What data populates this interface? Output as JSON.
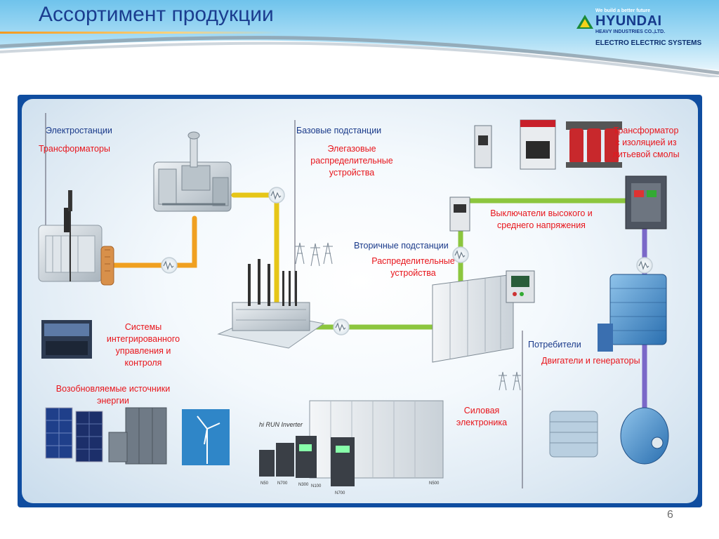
{
  "header": {
    "title": "Ассортимент продукции",
    "logo_tagline": "We build a better future",
    "logo_brand": "HYUNDAI",
    "logo_company": "HEAVY INDUSTRIES CO.,LTD.",
    "logo_division": "ELECTRO ELECTRIC SYSTEMS"
  },
  "diagram": {
    "power_plants": "Электростанции",
    "transformers": "Трансформаторы",
    "base_substations": "Базовые подстанции",
    "gis": [
      "Элегазовые",
      "распределительные",
      "устройства"
    ],
    "cast_resin_transformer": [
      "Трансформатор",
      "с изоляцией из",
      "литьевой смолы"
    ],
    "breakers": [
      "Выключатели высокого и",
      "среднего напряжения"
    ],
    "secondary_substations": "Вторичные подстанции",
    "switchgear": [
      "Распределительные",
      "устройства"
    ],
    "control_systems": [
      "Системы",
      "интегрированного",
      "управления и",
      "контроля"
    ],
    "renewables": [
      "Возобновляемые источники",
      "энергии"
    ],
    "consumers": "Потребители",
    "motors_generators": "Двигатели и генераторы",
    "power_electronics": [
      "Силовая",
      "электроника"
    ],
    "inverter_brand": "hi RUN Inverter",
    "inverter_models": [
      "N50",
      "N700",
      "N300",
      "N700",
      "N100",
      "N500"
    ]
  },
  "footer": {
    "page_number": "6"
  },
  "colors": {
    "title": "#1b3d8f",
    "label_blue": "#1a3a8a",
    "label_red": "#e8151b",
    "panel_border": "#0f4da0",
    "line_orange": "#f0a020",
    "line_yellow": "#e6c618",
    "line_green": "#8cc63e",
    "line_purple": "#7a68c8"
  },
  "icons": [
    "hyundai-triangle-icon",
    "waveform-node-icon",
    "power-pylon-icon"
  ]
}
